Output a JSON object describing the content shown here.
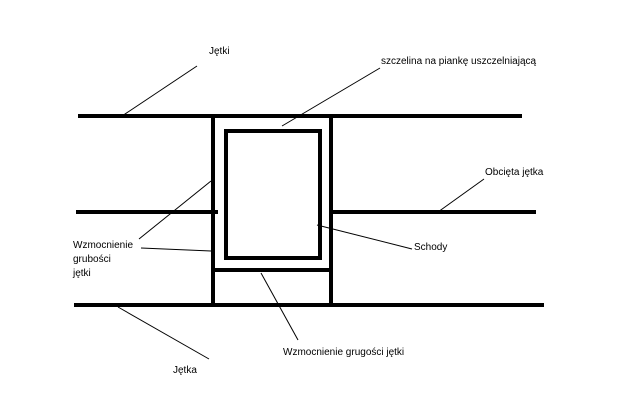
{
  "labels": {
    "top_beam": "Jętki",
    "seal_gap": "szczelina na piankę uszczelniającą",
    "cut_beam": "Obcięta jętka",
    "stairs": "Schody",
    "side_reinforcement": [
      "Wzmocnienie",
      "grubości",
      "jętki"
    ],
    "bottom_reinforcement": "Wzmocnienie grugości jętki",
    "bottom_beam": "Jętka"
  },
  "colors": {
    "background": "#ffffff",
    "ink": "#000000"
  }
}
